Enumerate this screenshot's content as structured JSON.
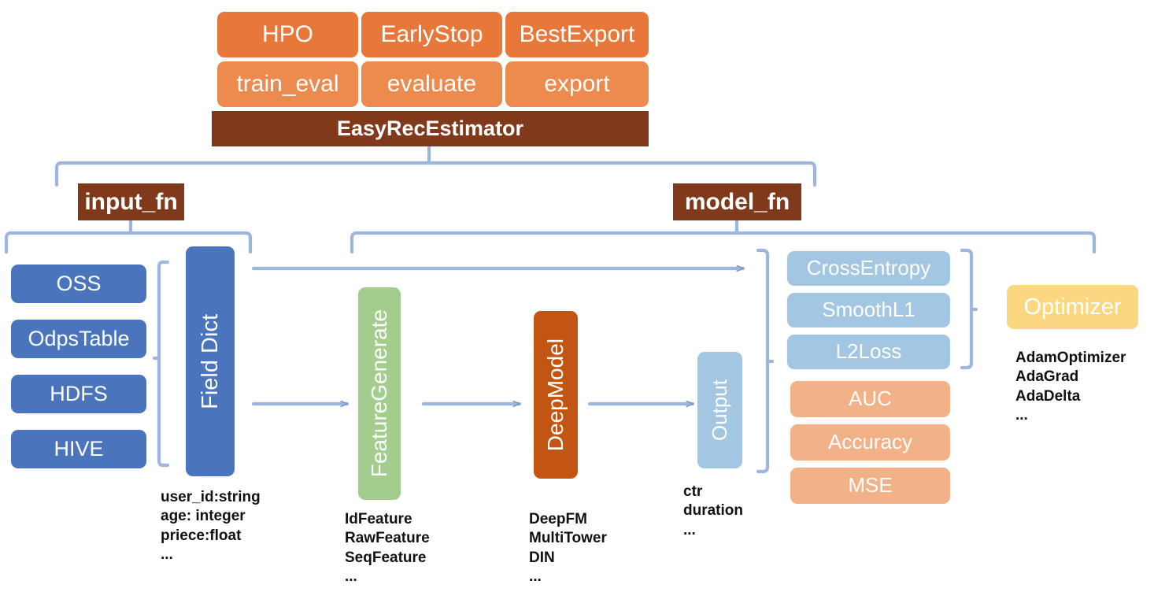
{
  "title": "EasyRec Estimator architecture diagram",
  "colors": {
    "orange": "#e8783a",
    "brown": "#80391a",
    "blue": "#4a75bd",
    "light_blue": "#a3c6e2",
    "green": "#a3cd8d",
    "rust": "#c25511",
    "salmon": "#f2b186",
    "yellow": "#fbd87f",
    "connector": "#9cb6de",
    "text_dark": "#111111",
    "text_light": "#ffffff"
  },
  "estimator": {
    "row_top": [
      {
        "label": "HPO"
      },
      {
        "label": "EarlyStop"
      },
      {
        "label": "BestExport"
      }
    ],
    "row_mid": [
      {
        "label": "train_eval"
      },
      {
        "label": "evaluate"
      },
      {
        "label": "export"
      }
    ],
    "base_label": "EasyRecEstimator"
  },
  "branches": {
    "input_fn_label": "input_fn",
    "model_fn_label": "model_fn"
  },
  "data_sources": {
    "items": [
      {
        "label": "OSS"
      },
      {
        "label": "OdpsTable"
      },
      {
        "label": "HDFS"
      },
      {
        "label": "HIVE"
      }
    ]
  },
  "field_dict": {
    "label": "Field Dict",
    "caption": "user_id:string\nage: integer\npriece:float\n..."
  },
  "feature_generate": {
    "label": "FeatureGenerate",
    "caption": "IdFeature\nRawFeature\nSeqFeature\n..."
  },
  "deep_model": {
    "label": "DeepModel",
    "caption": "DeepFM\nMultiTower\nDIN\n..."
  },
  "output": {
    "label": "Output",
    "caption": "ctr\nduration\n..."
  },
  "losses": {
    "items": [
      {
        "label": "CrossEntropy"
      },
      {
        "label": "SmoothL1"
      },
      {
        "label": "L2Loss"
      }
    ]
  },
  "metrics": {
    "items": [
      {
        "label": "AUC"
      },
      {
        "label": "Accuracy"
      },
      {
        "label": "MSE"
      }
    ]
  },
  "optimizer": {
    "label": "Optimizer",
    "caption": "AdamOptimizer\nAdaGrad\nAdaDelta\n..."
  }
}
